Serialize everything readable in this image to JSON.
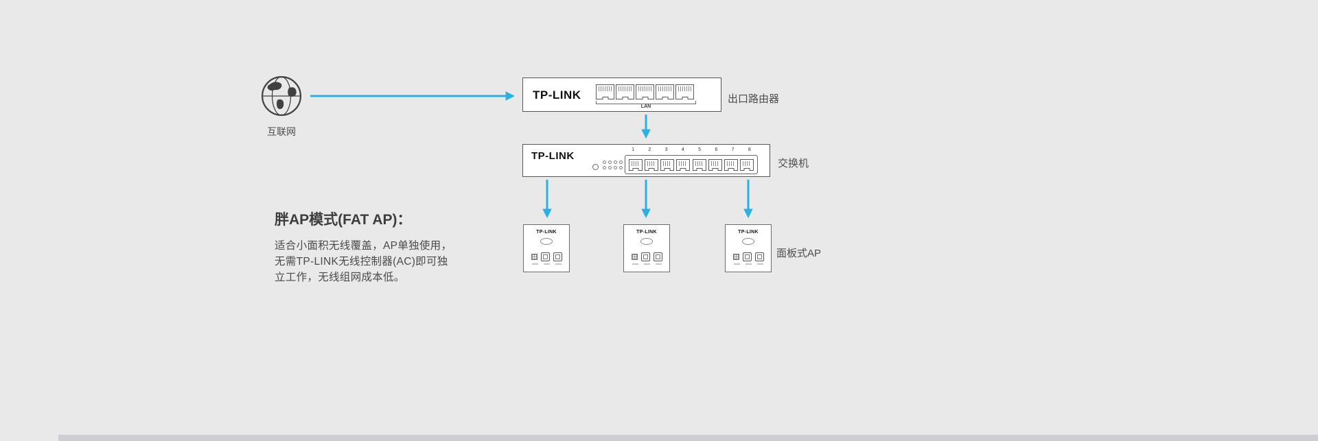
{
  "page": {
    "background_color": "#e9e9e9",
    "arrow_color": "#29b0e5"
  },
  "diagram": {
    "internet": {
      "label": "互联网",
      "icon": "globe-icon"
    },
    "router": {
      "brand": "TP-LINK",
      "label": "出口路由器",
      "ports_label": "LAN",
      "port_count": 5
    },
    "switch": {
      "brand": "TP-LINK",
      "label": "交换机",
      "port_numbers": [
        "1",
        "2",
        "3",
        "4",
        "5",
        "6",
        "7",
        "8"
      ]
    },
    "aps": {
      "brand": "TP-LINK",
      "label": "面板式AP",
      "count": 3
    }
  },
  "description": {
    "title": "胖AP模式(FAT AP)：",
    "lines": [
      "适合小面积无线覆盖，AP单独使用，",
      "无需TP-LINK无线控制器(AC)即可独",
      "立工作，无线组网成本低。"
    ]
  }
}
